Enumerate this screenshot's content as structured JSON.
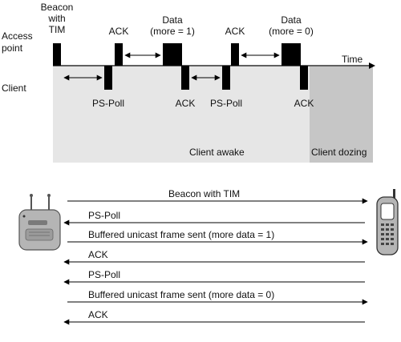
{
  "timing": {
    "ap_label": [
      "Access",
      "point"
    ],
    "client_label": "Client",
    "time_label": "Time",
    "frames": {
      "beacon": [
        "Beacon",
        "with",
        "TIM"
      ],
      "ack1": "ACK",
      "data1": [
        "Data",
        "(more = 1)"
      ],
      "ack2": "ACK",
      "data2": [
        "Data",
        "(more = 0)"
      ],
      "pspoll1": "PS-Poll",
      "ack3": "ACK",
      "pspoll2": "PS-Poll",
      "ack4": "ACK"
    },
    "regions": {
      "awake": "Client awake",
      "dozing": "Client dozing"
    }
  },
  "exchange": {
    "messages": [
      {
        "label": "Beacon with TIM",
        "direction": "ap-to-client"
      },
      {
        "label": "PS-Poll",
        "direction": "client-to-ap"
      },
      {
        "label": "Buffered unicast frame sent (more data = 1)",
        "direction": "ap-to-client"
      },
      {
        "label": "ACK",
        "direction": "client-to-ap"
      },
      {
        "label": "PS-Poll",
        "direction": "client-to-ap"
      },
      {
        "label": "Buffered unicast frame sent (more data = 0)",
        "direction": "ap-to-client"
      },
      {
        "label": "ACK",
        "direction": "client-to-ap"
      }
    ],
    "left_device": "access-point-icon",
    "right_device": "mobile-phone-icon"
  },
  "colors": {
    "awake_fill": "#e6e6e6",
    "dozing_fill": "#c6c6c6",
    "frame_fill": "#000000",
    "device_fill": "#b5b5b5"
  }
}
